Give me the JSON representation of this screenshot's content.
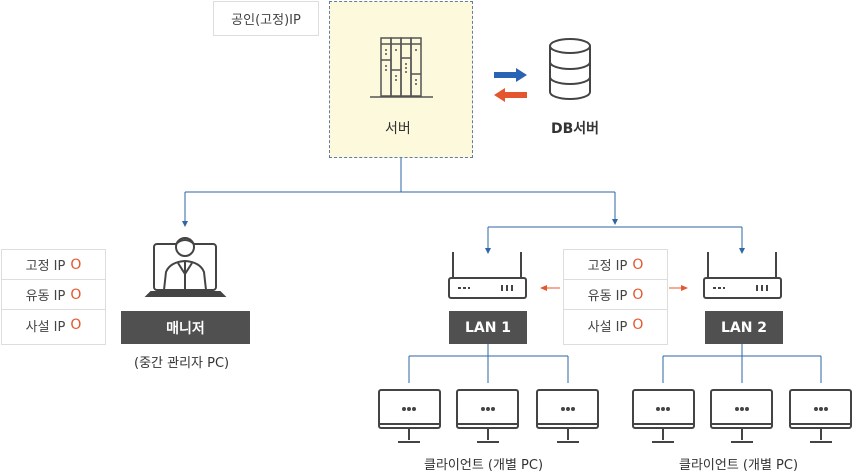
{
  "public_ip_label": "공인(고정)IP",
  "server": {
    "label": "서버"
  },
  "db": {
    "label": "DB서버"
  },
  "manager": {
    "label": "매니저",
    "caption": "(중간 관리자 PC)"
  },
  "lan1": {
    "label": "LAN 1"
  },
  "lan2": {
    "label": "LAN 2"
  },
  "client_caption": "클라이언트 (개별 PC)",
  "ip_types": [
    {
      "name": "고정 IP",
      "mark": "O"
    },
    {
      "name": "유동 IP",
      "mark": "O"
    },
    {
      "name": "사설 IP",
      "mark": "O"
    }
  ],
  "colors": {
    "line": "#2e66a6",
    "accent": "#e4572e",
    "arrow_blue": "#2a63b3",
    "label_bg": "#505050"
  }
}
